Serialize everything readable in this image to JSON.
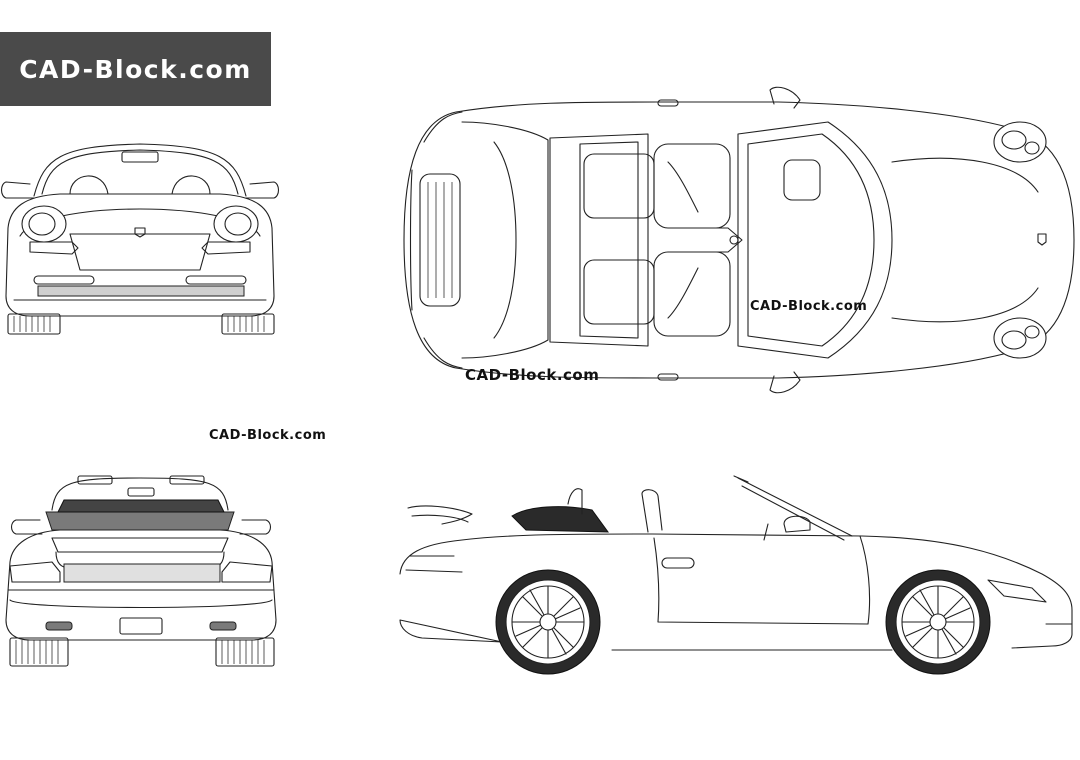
{
  "brand": {
    "logo_text": "CAD-Block.com",
    "background": "#4a4a4a",
    "text_color": "#ffffff"
  },
  "watermarks": [
    "CAD-Block.com",
    "CAD-Block.com",
    "CAD-Block.com"
  ],
  "views": [
    "front",
    "top",
    "rear",
    "side"
  ],
  "colors": {
    "line": "#222222",
    "background": "#ffffff"
  }
}
